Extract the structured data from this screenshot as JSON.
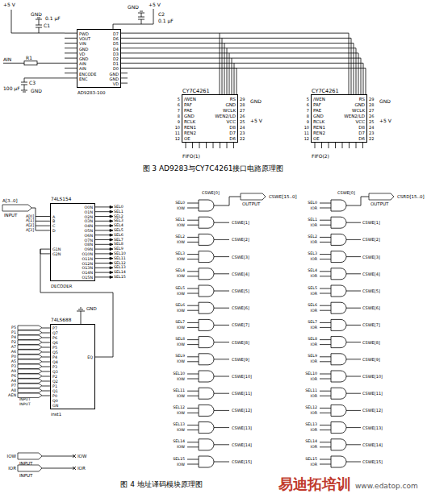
{
  "diagram": {
    "caption": "图 4 地址译码模块原理图",
    "nodes": [
      {
        "text": [
          "PWD",
          "VOUT",
          "VIN",
          "GND",
          "VD",
          "GND",
          "AIN",
          "AIN",
          "ENCODE",
          "ENC",
          "D7",
          "D6",
          "D5",
          "D4",
          "D3",
          "D2",
          "D1",
          "D0",
          "GND",
          "GND",
          "VD",
          "AD9283-100"
        ]
      },
      {
        "text": [
          "CY7C4261",
          "/WEN",
          "PAF",
          "PAE",
          "GND",
          "RCLK",
          "REN1",
          "REN2",
          "OE",
          "RS",
          "GND",
          "WCLK",
          "WEN2/LD",
          "VCC",
          "D8",
          "D7",
          "D6",
          "FIFO(1)"
        ]
      },
      {
        "text": [
          "CY7C4261",
          "/WEN",
          "PAF",
          "PAE",
          "GND",
          "RCLK",
          "REN1",
          "REN2",
          "OE",
          "RS",
          "GND",
          "WCLK",
          "WEN2/LD",
          "VCC",
          "D8",
          "D7",
          "D6",
          "FIFO(2)"
        ]
      },
      {
        "text": [
          "74LS154",
          "A",
          "B",
          "C",
          "D",
          "G1N",
          "G2N",
          "O0N",
          "O1N",
          "O2N",
          "O3N",
          "O4N",
          "O5N",
          "O6N",
          "O7N",
          "O8N",
          "O9N",
          "O10N",
          "O11N",
          "O12N",
          "O13N",
          "O14N",
          "O15N",
          "DECODER"
        ]
      },
      {
        "text": [
          "74LS688",
          "P7",
          "Q7",
          "P6",
          "Q6",
          "P5",
          "Q5",
          "P4",
          "Q4",
          "P3",
          "Q3",
          "P2",
          "Q2",
          "P1",
          "Q1",
          "P0",
          "Q0",
          "GN",
          "EQ",
          "inst1"
        ]
      },
      {
        "text": [
          "INPUT"
        ]
      },
      {
        "text": [
          "INPUT"
        ]
      },
      {
        "text": [
          "INPUT"
        ]
      },
      {
        "text": [
          "INPUT"
        ]
      },
      {
        "text": [
          "INPUT"
        ]
      },
      {
        "text": [
          "INPUT"
        ]
      },
      {
        "text": [
          "INPUT"
        ]
      },
      {
        "text": [
          "INPUT"
        ]
      },
      {
        "text": [
          "INPUT"
        ]
      },
      {
        "text": [
          "INPUT"
        ]
      },
      {
        "text": [
          "INPUT"
        ]
      },
      {
        "text": [
          "INPUT"
        ]
      },
      {
        "text": [
          "INPUT"
        ]
      },
      {
        "text": [
          "INPUT"
        ]
      },
      {
        "text": [
          "INPUT"
        ]
      },
      {
        "text": [
          "INPUT"
        ]
      },
      {
        "text": [
          "INPUT"
        ]
      },
      {
        "text": [
          "INPUT"
        ]
      },
      {
        "text": [
          "OUTPUT"
        ]
      },
      {
        "text": [
          "OUTPUT"
        ]
      }
    ],
    "edges": [
      {
        "from": 0,
        "to": 1,
        "arrow": "none"
      },
      {
        "from": 0,
        "to": 2,
        "arrow": "none"
      },
      {
        "from": 5,
        "to": 3,
        "arrow": "none"
      },
      {
        "from": 4,
        "to": 3,
        "arrow": "none"
      },
      {
        "from": 6,
        "to": 4,
        "arrow": "none"
      },
      {
        "from": 7,
        "to": 4,
        "arrow": "none"
      },
      {
        "from": 8,
        "to": 4,
        "arrow": "none"
      },
      {
        "from": 9,
        "to": 4,
        "arrow": "none"
      },
      {
        "from": 10,
        "to": 4,
        "arrow": "none"
      },
      {
        "from": 11,
        "to": 4,
        "arrow": "none"
      },
      {
        "from": 12,
        "to": 4,
        "arrow": "none"
      },
      {
        "from": 13,
        "to": 4,
        "arrow": "none"
      },
      {
        "from": 14,
        "to": 4,
        "arrow": "none"
      },
      {
        "from": 15,
        "to": 4,
        "arrow": "none"
      },
      {
        "from": 16,
        "to": 4,
        "arrow": "none"
      },
      {
        "from": 17,
        "to": 4,
        "arrow": "none"
      },
      {
        "from": 18,
        "to": 4,
        "arrow": "none"
      },
      {
        "from": 19,
        "to": 4,
        "arrow": "none"
      },
      {
        "from": 20,
        "to": 4,
        "arrow": "none"
      }
    ],
    "labels": [
      "+5 V",
      "GND",
      "0.1 μF",
      "C1",
      "AIN",
      "R1",
      "C3",
      "100 μF",
      "GND",
      "+5 V",
      "GND",
      "C2",
      "0.1 μF",
      "GND",
      "+5 V",
      "GND",
      "+5 V",
      "图 3 AD9283与CY7C4261接口电路原理图",
      "5",
      "6",
      "7",
      "8",
      "9",
      "10",
      "11",
      "12",
      "29",
      "28",
      "27",
      "26",
      "25",
      "24",
      "23",
      "22",
      "5",
      "6",
      "7",
      "8",
      "9",
      "10",
      "11",
      "12",
      "29",
      "28",
      "27",
      "26",
      "25",
      "24",
      "23",
      "22",
      "A[3..0]",
      "A[0]",
      "A[1]",
      "A[2]",
      "A[3]",
      "SEL0",
      "SEL1",
      "SEL2",
      "SEL3",
      "SEL4",
      "SEL5",
      "SEL6",
      "SEL7",
      "SEL8",
      "SEL9",
      "SEL10",
      "SEL11",
      "SEL12",
      "SEL13",
      "SEL14",
      "SEL15",
      "GND",
      "P5",
      "P1",
      "P4",
      "P2",
      "A7",
      "A6",
      "P0",
      "A5",
      "P3",
      "A9",
      "P6",
      "A4",
      "P7",
      "A8",
      "AEN",
      "IOW",
      "IOW",
      "IOR",
      "IOR",
      "SEL0",
      "IOW",
      "CSWE[0]",
      "SEL1",
      "IOW",
      "CSWE[1]",
      "SEL2",
      "IOW",
      "CSWE[2]",
      "SEL3",
      "IOW",
      "CSWE[3]",
      "SEL4",
      "IOW",
      "CSWE[4]",
      "SEL5",
      "IOW",
      "CSWE[5]",
      "SEL6",
      "IOW",
      "CSWE[6]",
      "SEL7",
      "IOW",
      "CSWE[7]",
      "SEL8",
      "IOW",
      "CSWE[8]",
      "SEL9",
      "IOW",
      "CSWE[9]",
      "SEL10",
      "IOW",
      "CSWE[10]",
      "SEL11",
      "IOW",
      "CSWE[11]",
      "SEL12",
      "IOW",
      "CSWE[12]",
      "SEL13",
      "IOW",
      "CSWE[13]",
      "SEL14",
      "IOW",
      "CSWE[14]",
      "SEL15",
      "IOW",
      "CSWE[15]",
      "CSWE[15..0]",
      "SEL0",
      "IOR",
      "CSWE[0]",
      "SEL1",
      "IOR",
      "CSWE[1]",
      "SEL2",
      "IOR",
      "CSWE[2]",
      "SEL3",
      "IOR",
      "CSWE[3]",
      "SEL4",
      "IOR",
      "CSWE[4]",
      "SEL5",
      "IOR",
      "CSWE[5]",
      "SEL6",
      "IOR",
      "CSWE[6]",
      "SEL7",
      "IOR",
      "CSWE[7]",
      "SEL8",
      "IOR",
      "CSWE[8]",
      "SEL9",
      "IOR",
      "CSWE[9]",
      "SEL10",
      "IOR",
      "CSWE[10]",
      "SEL11",
      "IOR",
      "CSWE[11]",
      "SEL12",
      "IOR",
      "CSWE[12]",
      "SEL13",
      "IOR",
      "CSWE[13]",
      "SEL14",
      "IOR",
      "CSWE[14]",
      "SEL15",
      "IOR",
      "CSWE[15]",
      "CSRD[15..0]",
      "易迪拓培训",
      "www.edatop.com"
    ]
  }
}
